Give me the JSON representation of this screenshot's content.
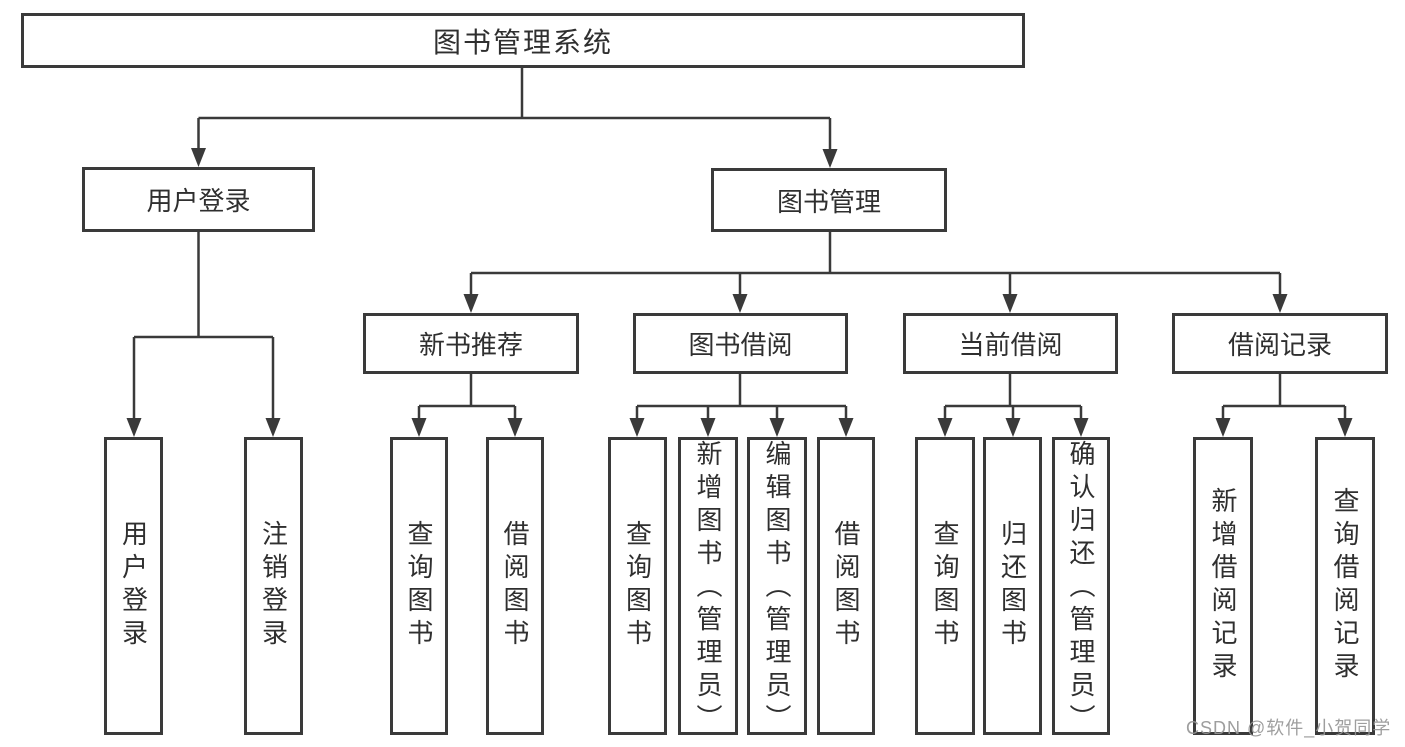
{
  "diagram": {
    "title": "图书管理系统",
    "watermark": "CSDN @软件_小贺同学",
    "colors": {
      "line": "#3a3a3a",
      "text": "#2f2f2f",
      "watermark": "#969696",
      "background": "#ffffff"
    },
    "branches": [
      {
        "label": "用户登录",
        "children": [
          {
            "label": "用户登录"
          },
          {
            "label": "注销登录"
          }
        ]
      },
      {
        "label": "图书管理",
        "children": [
          {
            "label": "新书推荐",
            "children": [
              {
                "label": "查询图书"
              },
              {
                "label": "借阅图书"
              }
            ]
          },
          {
            "label": "图书借阅",
            "children": [
              {
                "label": "查询图书"
              },
              {
                "label": "新增图书（管理员）"
              },
              {
                "label": "编辑图书（管理员）"
              },
              {
                "label": "借阅图书"
              }
            ]
          },
          {
            "label": "当前借阅",
            "children": [
              {
                "label": "查询图书"
              },
              {
                "label": "归还图书"
              },
              {
                "label": "确认归还（管理员）"
              }
            ]
          },
          {
            "label": "借阅记录",
            "children": [
              {
                "label": "新增借阅记录"
              },
              {
                "label": "查询借阅记录"
              }
            ]
          }
        ]
      }
    ]
  }
}
